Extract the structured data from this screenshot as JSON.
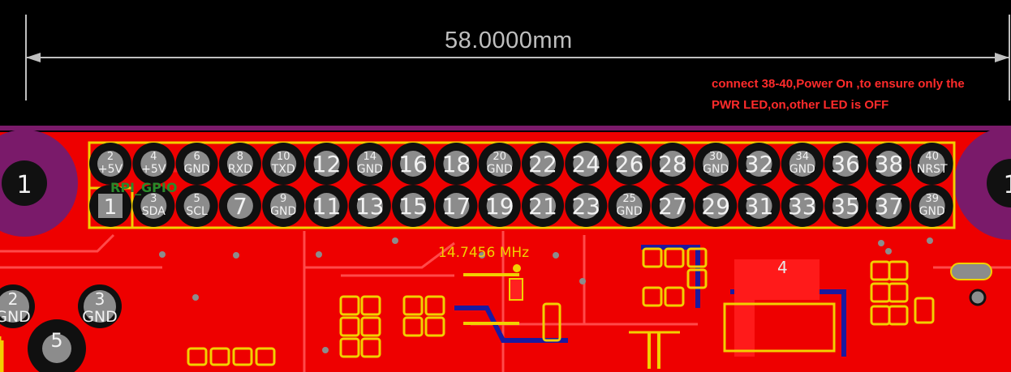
{
  "dimension": {
    "text": "58.0000mm"
  },
  "note": {
    "line1": "connect 38-40,Power On ,to ensure only the",
    "line2": "PWR LED,on,other LED is OFF"
  },
  "crystal_label": "14.7456 MHz",
  "silkscreen": "RPI_GPIO",
  "ic_ref": "4",
  "mount_hole_label": "1",
  "header_top": [
    {
      "num": "2",
      "name": "+5V"
    },
    {
      "num": "4",
      "name": "+5V"
    },
    {
      "num": "6",
      "name": "GND"
    },
    {
      "num": "8",
      "name": "RXD"
    },
    {
      "num": "10",
      "name": "TXD"
    },
    {
      "num": "12",
      "name": ""
    },
    {
      "num": "14",
      "name": "GND"
    },
    {
      "num": "16",
      "name": ""
    },
    {
      "num": "18",
      "name": ""
    },
    {
      "num": "20",
      "name": "GND"
    },
    {
      "num": "22",
      "name": ""
    },
    {
      "num": "24",
      "name": ""
    },
    {
      "num": "26",
      "name": ""
    },
    {
      "num": "28",
      "name": ""
    },
    {
      "num": "30",
      "name": "GND"
    },
    {
      "num": "32",
      "name": ""
    },
    {
      "num": "34",
      "name": "GND"
    },
    {
      "num": "36",
      "name": ""
    },
    {
      "num": "38",
      "name": ""
    },
    {
      "num": "40",
      "name": "NRST"
    }
  ],
  "header_bottom": [
    {
      "num": "1",
      "name": ""
    },
    {
      "num": "3",
      "name": "SDA"
    },
    {
      "num": "5",
      "name": "SCL"
    },
    {
      "num": "7",
      "name": ""
    },
    {
      "num": "9",
      "name": "GND"
    },
    {
      "num": "11",
      "name": ""
    },
    {
      "num": "13",
      "name": ""
    },
    {
      "num": "15",
      "name": ""
    },
    {
      "num": "17",
      "name": ""
    },
    {
      "num": "19",
      "name": ""
    },
    {
      "num": "21",
      "name": ""
    },
    {
      "num": "23",
      "name": ""
    },
    {
      "num": "25",
      "name": "GND"
    },
    {
      "num": "27",
      "name": ""
    },
    {
      "num": "29",
      "name": ""
    },
    {
      "num": "31",
      "name": ""
    },
    {
      "num": "33",
      "name": ""
    },
    {
      "num": "35",
      "name": ""
    },
    {
      "num": "37",
      "name": ""
    },
    {
      "num": "39",
      "name": "GND"
    }
  ],
  "side_pads": [
    {
      "num": "2",
      "name": "GND"
    },
    {
      "num": "3",
      "name": "GND"
    },
    {
      "num": "5",
      "name": ""
    }
  ],
  "colors": {
    "board": "#ee0000",
    "outline": "#7a1a6a",
    "silk": "#f2d000",
    "pad": "#8c8c8c",
    "mask": "#101010",
    "trace": "#ff1a1a",
    "inner": "#1a1aa0",
    "text": "#ff2b2b"
  }
}
